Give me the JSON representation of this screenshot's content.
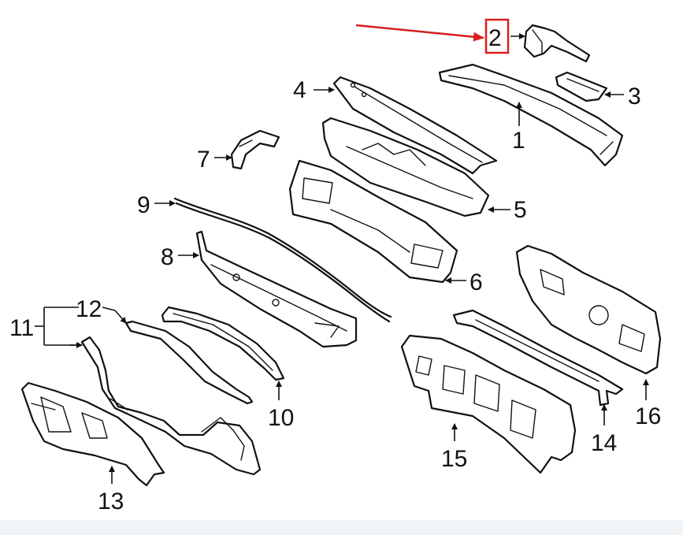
{
  "diagram": {
    "accent_color": "#d81e1e",
    "highlighted_part": "2",
    "callouts": [
      {
        "id": "1",
        "label": "1"
      },
      {
        "id": "2",
        "label": "2"
      },
      {
        "id": "3",
        "label": "3"
      },
      {
        "id": "4",
        "label": "4"
      },
      {
        "id": "5",
        "label": "5"
      },
      {
        "id": "6",
        "label": "6"
      },
      {
        "id": "7",
        "label": "7"
      },
      {
        "id": "8",
        "label": "8"
      },
      {
        "id": "9",
        "label": "9"
      },
      {
        "id": "10",
        "label": "10"
      },
      {
        "id": "11",
        "label": "11"
      },
      {
        "id": "12",
        "label": "12"
      },
      {
        "id": "13",
        "label": "13"
      },
      {
        "id": "14",
        "label": "14"
      },
      {
        "id": "15",
        "label": "15"
      },
      {
        "id": "16",
        "label": "16"
      }
    ]
  }
}
